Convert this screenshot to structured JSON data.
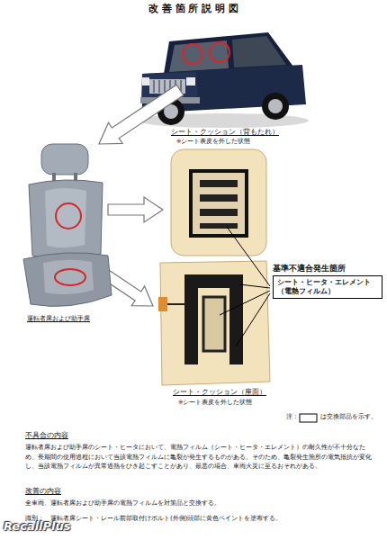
{
  "diagram": {
    "title": "改 善 箇 所 説 明 図",
    "nodes": [
      {
        "text": [
          "基準不適合発生箇所",
          "シート・ヒータ・エレメント （電熱フィルム）"
        ]
      }
    ],
    "labels": [
      "シート・クッション（背もたれ）",
      "※シート表皮を外した状態",
      "運転者席および助手席",
      "シート・クッション（座面）",
      "※シート表皮を外した状態",
      "注：",
      "は交換部品を示す。",
      "不具合の内容",
      "運転者席および助手席のシート・ヒータにおいて、電熱フィルム（シート・ヒータ・エレメント）の耐久性が不十分なため、長期間の使用過程において当該電熱フィルムに亀裂が発生するものがある。そのため、亀裂発生箇所の電気抵抗が変化し、当該電熱フィルムが異常過熱をひき起こすことがあり、最悪の場合、車両火災に至るおそれがある。",
      "改善の内容",
      "全車両、運転者席および助手席の電熱フィルムを対策品と交換する。",
      "識別：　運転者席シート・レール前部取付けボルト(外側)頭部に黄色ペイントを塗布する。",
      "RecallPlus"
    ]
  }
}
